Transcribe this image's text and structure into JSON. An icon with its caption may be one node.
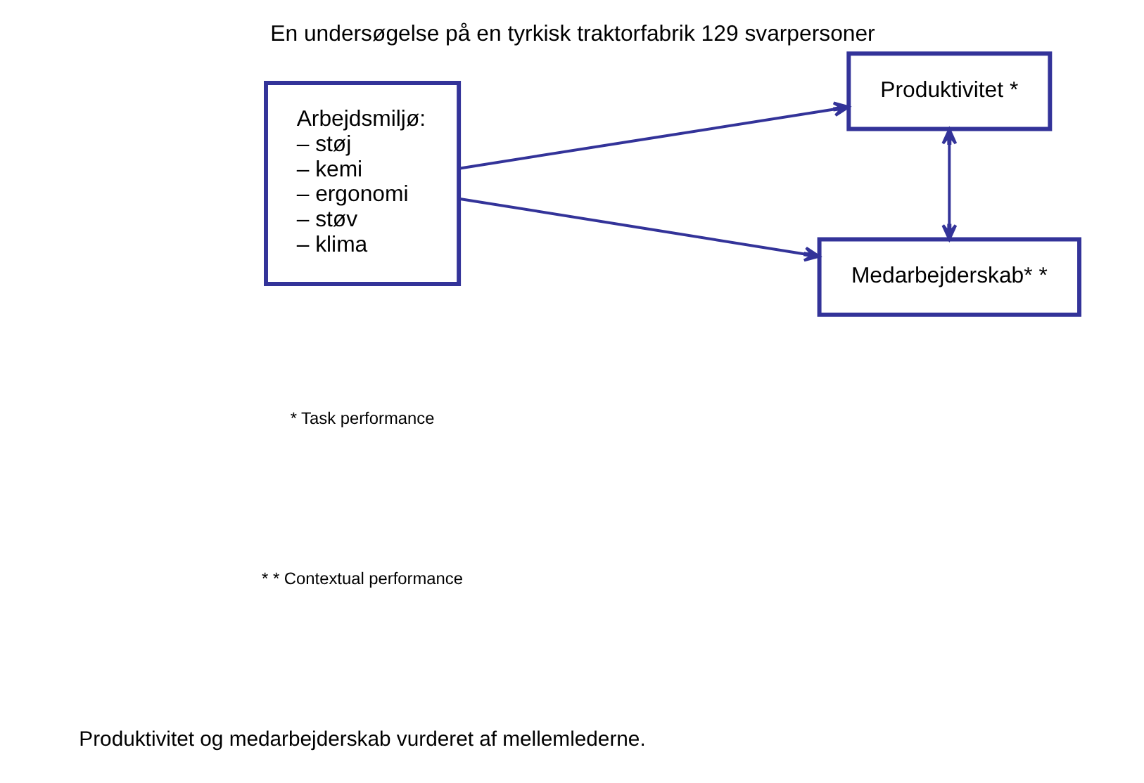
{
  "diagram": {
    "title": "En undersøgelse på en tyrkisk traktorfabrik 129 svarpersoner",
    "caption": "Produktivitet og medarbejderskab vurderet af mellemlederne.",
    "nodes": [
      {
        "text": [
          "Arbejdsmiljø:",
          "– støj",
          "– kemi",
          "– ergonomi",
          "– støv",
          "– klima"
        ]
      },
      {
        "text": [
          "Produktivitet *"
        ]
      },
      {
        "text": [
          "Medarbejderskab* *"
        ]
      }
    ],
    "edges": [
      {
        "from": 0,
        "to": 1,
        "arrow": "to"
      },
      {
        "from": 0,
        "to": 2,
        "arrow": "to"
      },
      {
        "from": 1,
        "to": 2,
        "arrow": "both"
      }
    ],
    "labels": [
      "* Task performance",
      "* * Contextual performance"
    ]
  }
}
